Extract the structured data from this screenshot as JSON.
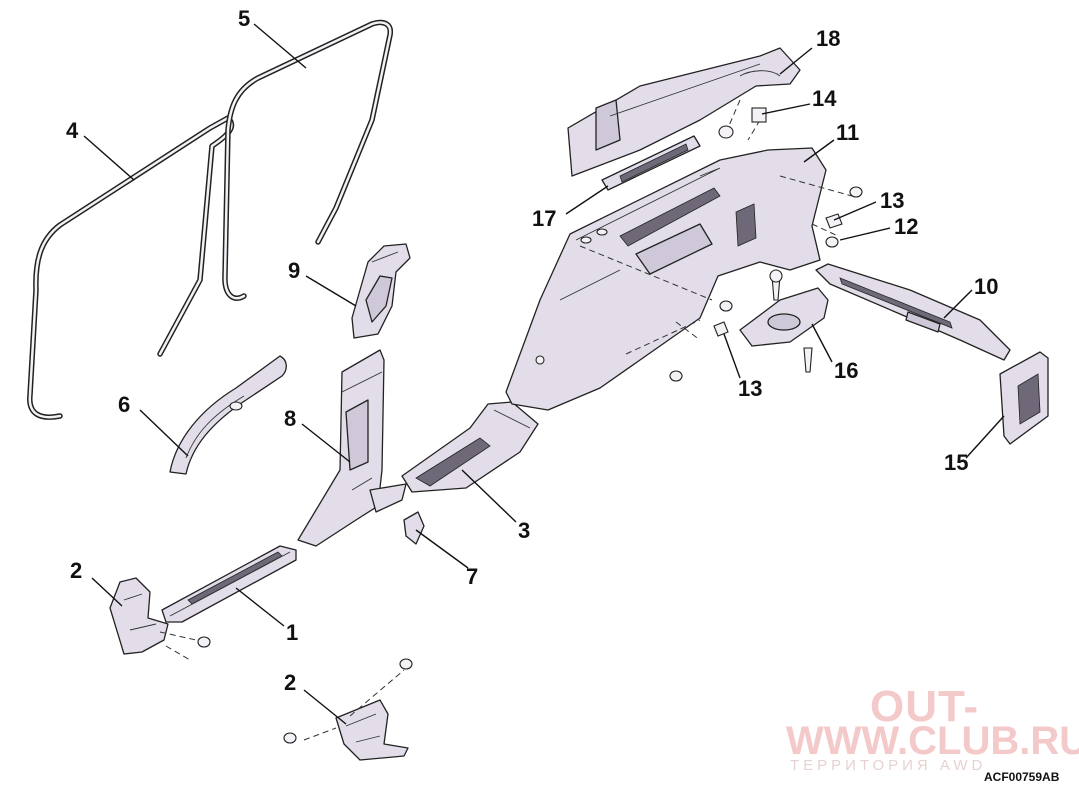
{
  "callouts": [
    {
      "id": "1",
      "label": "1"
    },
    {
      "id": "2a",
      "label": "2"
    },
    {
      "id": "2b",
      "label": "2"
    },
    {
      "id": "3",
      "label": "3"
    },
    {
      "id": "4",
      "label": "4"
    },
    {
      "id": "5",
      "label": "5"
    },
    {
      "id": "6",
      "label": "6"
    },
    {
      "id": "7",
      "label": "7"
    },
    {
      "id": "8",
      "label": "8"
    },
    {
      "id": "9",
      "label": "9"
    },
    {
      "id": "10",
      "label": "10"
    },
    {
      "id": "11",
      "label": "11"
    },
    {
      "id": "12",
      "label": "12"
    },
    {
      "id": "13a",
      "label": "13"
    },
    {
      "id": "13b",
      "label": "13"
    },
    {
      "id": "14",
      "label": "14"
    },
    {
      "id": "15",
      "label": "15"
    },
    {
      "id": "16",
      "label": "16"
    },
    {
      "id": "17",
      "label": "17"
    },
    {
      "id": "18",
      "label": "18"
    }
  ],
  "watermark": {
    "line1": "OUT-",
    "line2": "WWW.CLUB.RU",
    "line3": "ТЕРРИТОРИЯ AWD"
  },
  "reference_code": "ACF00759AB"
}
